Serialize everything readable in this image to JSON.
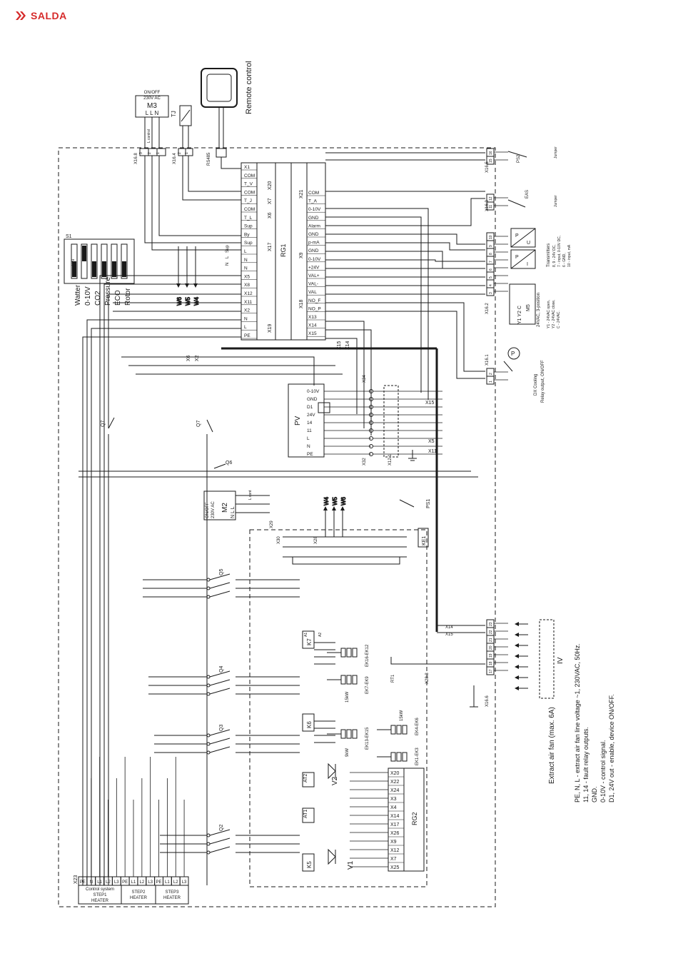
{
  "brand": {
    "name": "SALDA",
    "color": "#d62a2a"
  },
  "top": {
    "remote_control": "Remote control",
    "rs485": "RS485",
    "m3": {
      "title1": "ON/OFF",
      "title2": "230V AC",
      "name": "M3",
      "pins": "L  L  N"
    },
    "tj": "TJ",
    "x16_8": "X16.8",
    "x16_8_pins": [
      "3",
      "2",
      "1"
    ],
    "l_control": "L control",
    "x16_4": "X16.4",
    "x16_4_pins": [
      "2",
      "1"
    ]
  },
  "dip": {
    "label": "S1",
    "on": "ON",
    "options": [
      "Watter",
      "0-10V",
      "CO2",
      "Pressure",
      "ECO",
      "Rotor"
    ]
  },
  "rg1": {
    "name": "RG1",
    "left_pins": [
      "X1",
      "COM",
      "T_V",
      "COM",
      "T_J",
      "COM",
      "T_L",
      "Sup",
      "By",
      "Sup",
      "L",
      "N",
      "N",
      "X5",
      "X8",
      "X12",
      "X11",
      "X2",
      "N",
      "L",
      "PE"
    ],
    "left_groups": [
      "X20",
      "X7",
      "X6",
      "X17",
      "X19"
    ],
    "right_pins": [
      "COM",
      "T_A",
      "0-10V",
      "GND",
      "Alarm",
      "GND",
      "p-mA",
      "GND",
      "0-10V",
      "+24V",
      "VAL+",
      "VAL-",
      "VAL",
      "NO_F",
      "NO_P",
      "X13",
      "X14",
      "X15"
    ],
    "right_groups": [
      "X21",
      "X9",
      "X18"
    ],
    "bottom_tags": [
      "X15",
      "X14"
    ],
    "side_labels": {
      "sup": "Sup",
      "l": "L",
      "n": "N"
    }
  },
  "w_arrows": [
    "W6",
    "W5",
    "W4"
  ],
  "bus_labels": [
    "X6",
    "X2"
  ],
  "relays": {
    "q7a": "Q7",
    "q7b": "Q7",
    "q6": "Q6"
  },
  "pv": {
    "name": "PV",
    "pins": [
      "0-10V",
      "GND",
      "D1",
      "24V",
      "14",
      "11",
      "L",
      "N",
      "PE"
    ],
    "conn": [
      "X34",
      "X15",
      "X5",
      "X11",
      "X32",
      "X12.1"
    ]
  },
  "m2": {
    "title1": "ON/OFF",
    "title2": "230V AC",
    "name": "M2",
    "pins": "N  L  L",
    "l_cont": "L cont",
    "x29": "X29"
  },
  "mid_arrows": [
    "W4",
    "W5",
    "W6"
  ],
  "ps1": "PS1",
  "ke1": "KE1",
  "x30": "X30",
  "x28": "X28",
  "q_labels": [
    "Q5",
    "Q4",
    "Q3",
    "Q2"
  ],
  "k_labels": {
    "k7": "K7",
    "k6": "K6",
    "k5": "K5",
    "a1": "A1",
    "a2": "A2"
  },
  "heater_groups": [
    "EK16-EK12",
    "EK7-EK9",
    "EK13-EK15",
    "EK4-EK6",
    "EK1-EK3"
  ],
  "heater_power": [
    "15kW",
    "15kW",
    "9kW"
  ],
  "at_labels": [
    "AT2",
    "AT1"
  ],
  "v_labels": [
    "V2",
    "V1"
  ],
  "rg2": {
    "name": "RG2",
    "pins": [
      "X20",
      "X22",
      "X24",
      "X3",
      "X4",
      "X14",
      "X17",
      "X26",
      "X9",
      "X12",
      "X7",
      "X25"
    ]
  },
  "x23": "X23",
  "terminal_bottom": {
    "row": [
      "PE",
      "N",
      "L1",
      "L2",
      "L3",
      "PE",
      "L1",
      "L2",
      "L3",
      "PE",
      "L1",
      "L2",
      "L3"
    ],
    "labels": [
      {
        "line1": "Control system",
        "line2": "STEP1",
        "line3": "HEATER"
      },
      {
        "line1": "STEP2",
        "line2": "HEATER"
      },
      {
        "line1": "STEP3",
        "line2": "HEATER"
      }
    ]
  },
  "right_side": {
    "x16_5": "X16.5",
    "x16_5_pins": [
      "16",
      "15"
    ],
    "ps2": "PS2",
    "jumper": "Jumper",
    "x16_3": "X16.3",
    "x16_3_pins": [
      "12",
      "11"
    ],
    "eas": "EAS",
    "trans_pins": [
      "10",
      "9",
      "8",
      "7",
      "6",
      "5",
      "4",
      "3"
    ],
    "transmitters": [
      "Transmitters",
      "8, 9 - 24V DC,",
      "7 - input, 0-10V DC,",
      "6 - GND,",
      "10 - input, mA"
    ],
    "x16_2": "X16.2",
    "m5": {
      "name": "M5",
      "pins": "Y1 Y2 C",
      "desc": "24VAC, 3-position",
      "notes": [
        "Y1 - 24VAC open,",
        "Y2 - 24VAC close,",
        "C - 24VAC."
      ]
    },
    "x16_1": "X16.1",
    "x16_1_pins": [
      "2",
      "1"
    ],
    "dx": [
      "DX Cooling",
      "Relay output, ON/OFF"
    ],
    "x16_6": "X16.6",
    "x16_6_pins": [
      "23",
      "22",
      "21",
      "20",
      "19",
      "18",
      "17"
    ],
    "iv": "IV",
    "rt1": "RT1",
    "x28_3": "X28.3",
    "x14": "X14",
    "x15": "X15"
  },
  "notes": {
    "title": "Extract air fan (max. 6A)",
    "lines": [
      "PE, N, L - extract air fan line voltage ~1, 230VAC, 50Hz.",
      "11, 14 - fault relay outputs.",
      "GND.",
      "0-10V - control signal.",
      "D1, 24V out - enable, device ON/OFF."
    ]
  }
}
